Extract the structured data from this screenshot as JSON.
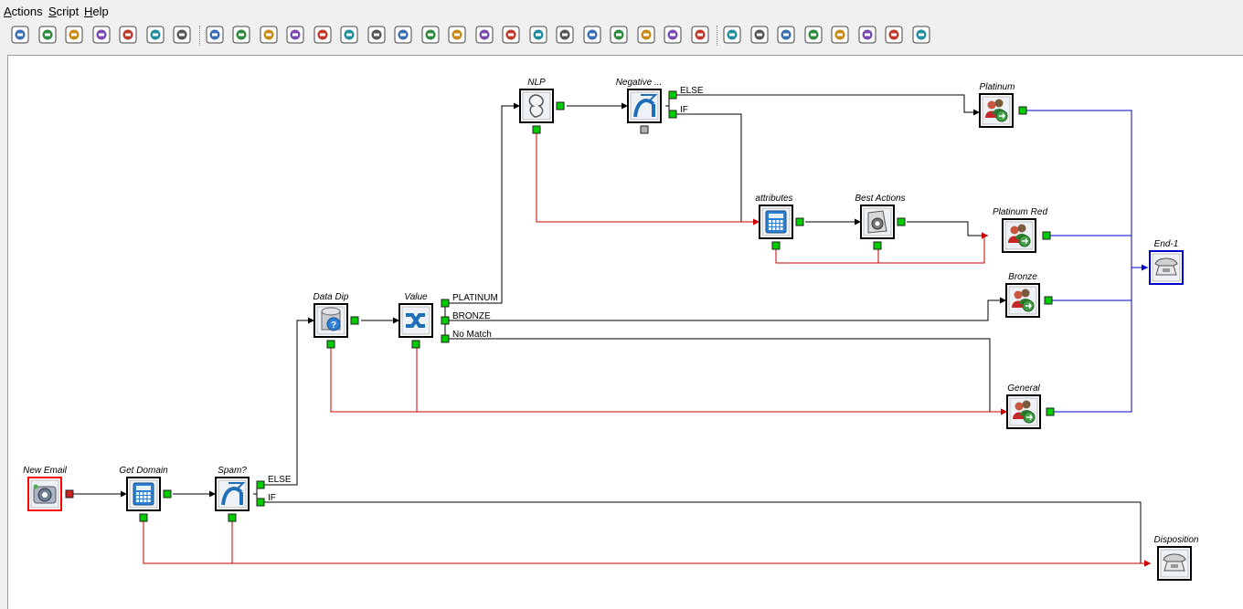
{
  "menu": [
    {
      "id": "actions",
      "label": "Actions"
    },
    {
      "id": "script",
      "label": "Script"
    },
    {
      "id": "help",
      "label": "Help"
    }
  ],
  "toolbar": {
    "groups": [
      [
        "screen-icon",
        "hash-icon",
        "check-edit-icon",
        "check-icon",
        "branch-icon",
        "shuffle-icon",
        "calculator-icon"
      ],
      [
        "nlp-icon",
        "database-icon",
        "survey-icon",
        "clock-icon",
        "save-icon",
        "globe-icon",
        "help-data-icon",
        "document-icon",
        "table-icon",
        "add-icon",
        "people-icon",
        "minus-icon",
        "agents-icon",
        "group-icon",
        "person-icon",
        "book-icon",
        "inbox-icon",
        "invader-icon",
        "phone-icon"
      ],
      [
        "rings-icon",
        "user-icon",
        "gear-icon",
        "gear-box-icon",
        "cloud-icon",
        "script-s-icon",
        "script-s-alt-icon",
        "gear-alt-icon"
      ]
    ]
  },
  "colors": {
    "flow_line": "#000000",
    "error_line": "#cc0000",
    "end_line": "#0000cc",
    "port_ok": "#00cc00",
    "port_idle": "#b0b0b0",
    "start_border": "#ff0000",
    "end_border": "#0000cc"
  },
  "nodes": {
    "new_email": {
      "label": "New Email",
      "icon": "email-gear-icon"
    },
    "get_domain": {
      "label": "Get Domain",
      "icon": "calculator-icon"
    },
    "spam": {
      "label": "Spam?",
      "icon": "branch-icon"
    },
    "data_dip": {
      "label": "Data Dip",
      "icon": "database-icon"
    },
    "value": {
      "label": "Value",
      "icon": "shuffle-icon"
    },
    "nlp": {
      "label": "NLP",
      "icon": "nlp-icon"
    },
    "negative": {
      "label": "Negative ...",
      "icon": "branch-icon"
    },
    "attributes": {
      "label": "attributes",
      "icon": "calculator-icon"
    },
    "best_actions": {
      "label": "Best Actions",
      "icon": "gear-box-icon"
    },
    "platinum": {
      "label": "Platinum",
      "icon": "queue-icon"
    },
    "platinum_red": {
      "label": "Platinum Red",
      "icon": "queue-icon"
    },
    "bronze": {
      "label": "Bronze",
      "icon": "queue-icon"
    },
    "general": {
      "label": "General",
      "icon": "queue-icon"
    },
    "end1": {
      "label": "End-1",
      "icon": "phone-icon"
    },
    "disposition": {
      "label": "Disposition",
      "icon": "phone-icon"
    }
  },
  "branches": {
    "spam_else": "ELSE",
    "spam_if": "IF",
    "value_platinum": "PLATINUM",
    "value_bronze": "BRONZE",
    "value_nomatch": "No Match",
    "negative_else": "ELSE",
    "negative_if": "IF"
  }
}
